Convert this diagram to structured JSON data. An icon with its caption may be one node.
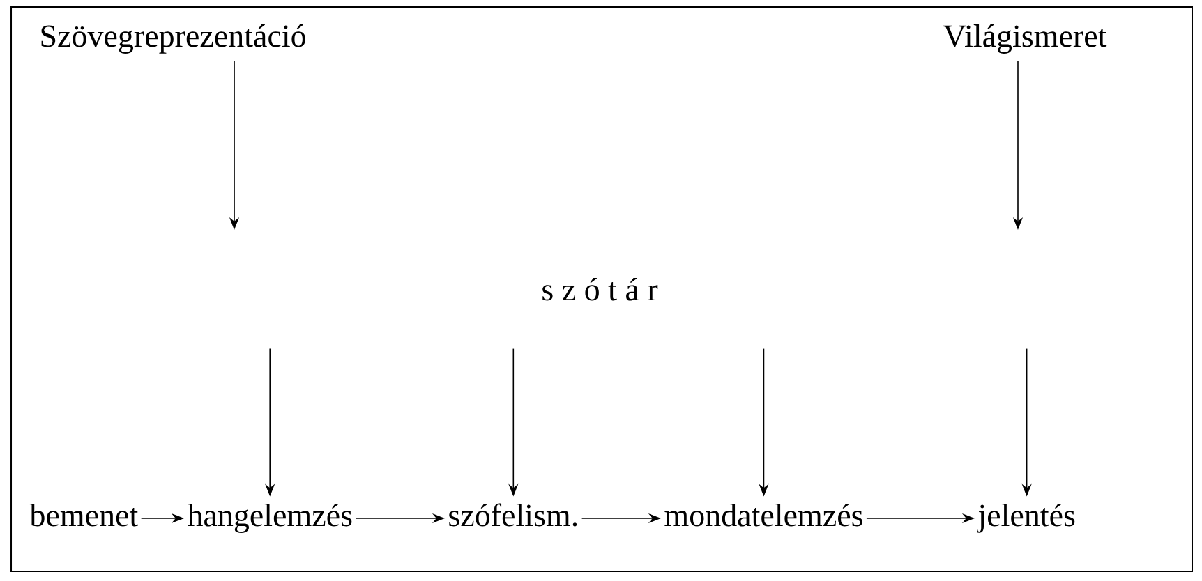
{
  "diagram": {
    "nodes": [
      {
        "text": [
          "Szövegreprezentáció"
        ]
      },
      {
        "text": [
          "Világismeret"
        ]
      },
      {
        "text": [
          "s z ó t á r"
        ]
      },
      {
        "text": [
          "bemenet"
        ]
      },
      {
        "text": [
          "hangelemzés"
        ]
      },
      {
        "text": [
          "szófelism."
        ]
      },
      {
        "text": [
          "mondatelemzés"
        ]
      },
      {
        "text": [
          "jelentés"
        ]
      }
    ],
    "edges": [
      {
        "from": 0,
        "to": null,
        "arrow": "to"
      },
      {
        "from": 1,
        "to": null,
        "arrow": "to"
      },
      {
        "from": null,
        "to": 4,
        "arrow": "to"
      },
      {
        "from": null,
        "to": 5,
        "arrow": "to"
      },
      {
        "from": null,
        "to": 6,
        "arrow": "to"
      },
      {
        "from": null,
        "to": 7,
        "arrow": "to"
      },
      {
        "from": 3,
        "to": 4,
        "arrow": "to"
      },
      {
        "from": 4,
        "to": 5,
        "arrow": "to"
      },
      {
        "from": 5,
        "to": 6,
        "arrow": "to"
      },
      {
        "from": 6,
        "to": 7,
        "arrow": "to"
      }
    ]
  }
}
